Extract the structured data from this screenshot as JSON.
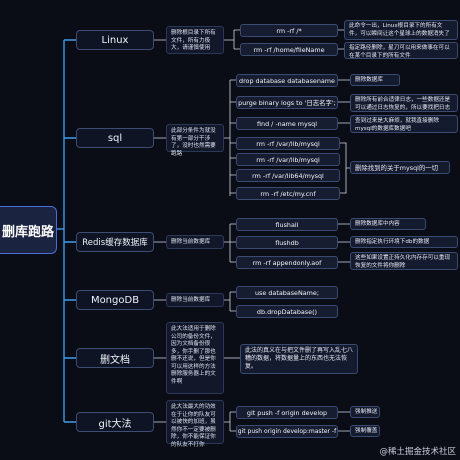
{
  "root": {
    "label": "删库跑路"
  },
  "branches": {
    "linux": {
      "label": "Linux",
      "desc": "删除根目录下所有文件，所有力极大，请谨慎使用",
      "cmds": [
        "rm -rf /*",
        "rm -rf /home/fileName"
      ],
      "notes": [
        "此命令一出，Linux根目录下的所有文件，可以瞬间让这个星球上的数据消失了",
        "指定路径删除，星刀可以用来做事在可以在某个目录下的所有文件"
      ]
    },
    "sql": {
      "label": "sql",
      "desc": "此部分条件为就没有第一部分干涉了，没时也然需要跑路",
      "cmds": [
        "drop database databasename",
        "purge binary logs to '日志名字';",
        "find / -name mysql",
        "rm -rf /var/lib/mysql",
        "rm -rf /var/lib/mysql",
        "rm -rf /var/lib64/mysql",
        "rm -rf /etc/my.cnf"
      ],
      "notes": [
        "删除数据库",
        "删除所有前合适律日志，一些数据还是可以通过日志恢复的，所以要找把日志也一起删了哦",
        "查到过来是大麻烦，就我直接删除mysql的数据库数据吧"
      ],
      "group_note": "删除找到的关于mysql的一切"
    },
    "redis": {
      "label": "Redis缓存数据库",
      "desc": "删除当前数据库",
      "cmds": [
        "flushall",
        "flushdb",
        "rm -rf appendonly.aof"
      ],
      "notes": [
        "删除数据库中内容",
        "删除指定执行环境下db的数据",
        "这些如果设置正持久化内存存可以重现恢复的文件将你删除"
      ]
    },
    "mongodb": {
      "label": "MongoDB",
      "desc": "删除当前数据库",
      "cmds": [
        "use databaseName;",
        "db.dropDatabase()"
      ]
    },
    "wendang": {
      "label": "删文档",
      "desc": "此大法适用于删除公司的备份文件，因为文档备份很多，你手删了那也删不还说，但是你可以用这样的方法删除服务器上的文件啊",
      "note": "此法的真义在与把文件删了再写入乱七八糟的数据，将数据量上的东西也无法恢复。"
    },
    "git": {
      "label": "git大法",
      "desc": "此大法最大的功效在于让你的队友可以被快的加班，虽然你不一定要被删除，你不能保证你的队友不打你",
      "cmds": [
        "git push -f origin develop",
        "git push origin develop:master -f"
      ],
      "notes": [
        "强制推送",
        "强制覆盖"
      ]
    }
  },
  "watermark": "@稀土掘金技术社区",
  "colors": {
    "line": "#3e9be8",
    "dash": "#cfd6e6",
    "bg": "#0a0c16"
  }
}
